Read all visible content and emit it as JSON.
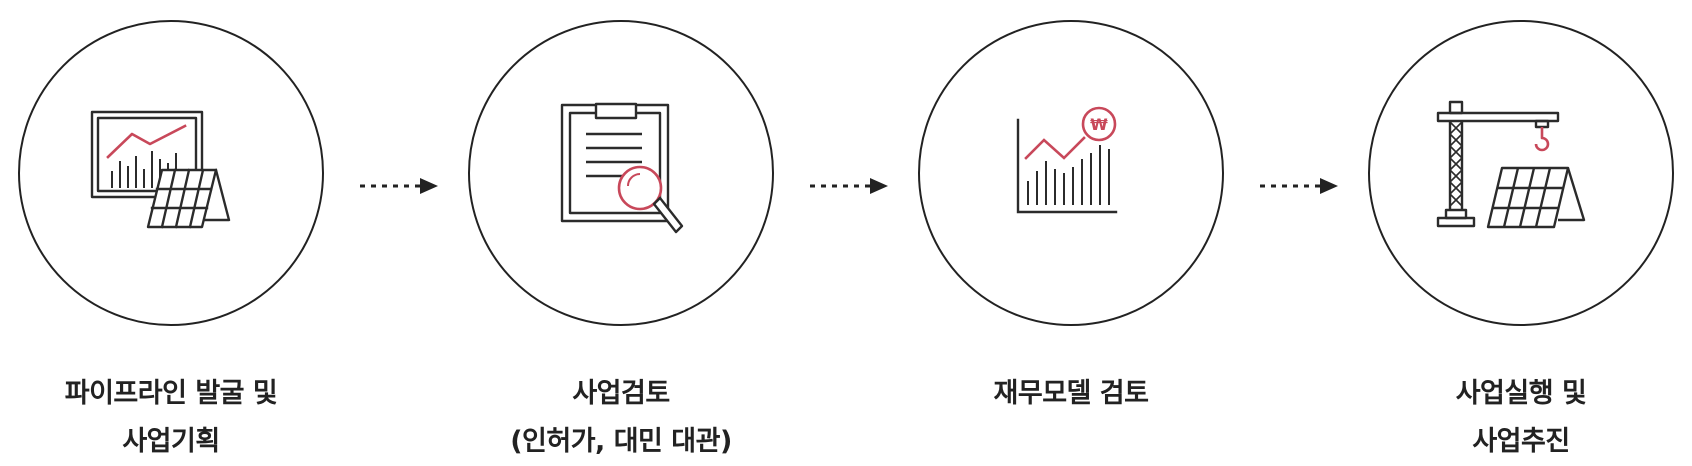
{
  "colors": {
    "line": "#2b2b2b",
    "accent": "#c8485a"
  },
  "steps": [
    {
      "icon": "solar-chart-icon",
      "line1": "파이프라인 발굴 및",
      "line2": "사업기획"
    },
    {
      "icon": "clipboard-search-icon",
      "line1": "사업검토",
      "line2": "(인허가, 대민 대관)"
    },
    {
      "icon": "financial-chart-icon",
      "line1": "재무모델 검토",
      "line2": ""
    },
    {
      "icon": "crane-solar-icon",
      "line1": "사업실행 및",
      "line2": "사업추진"
    }
  ]
}
